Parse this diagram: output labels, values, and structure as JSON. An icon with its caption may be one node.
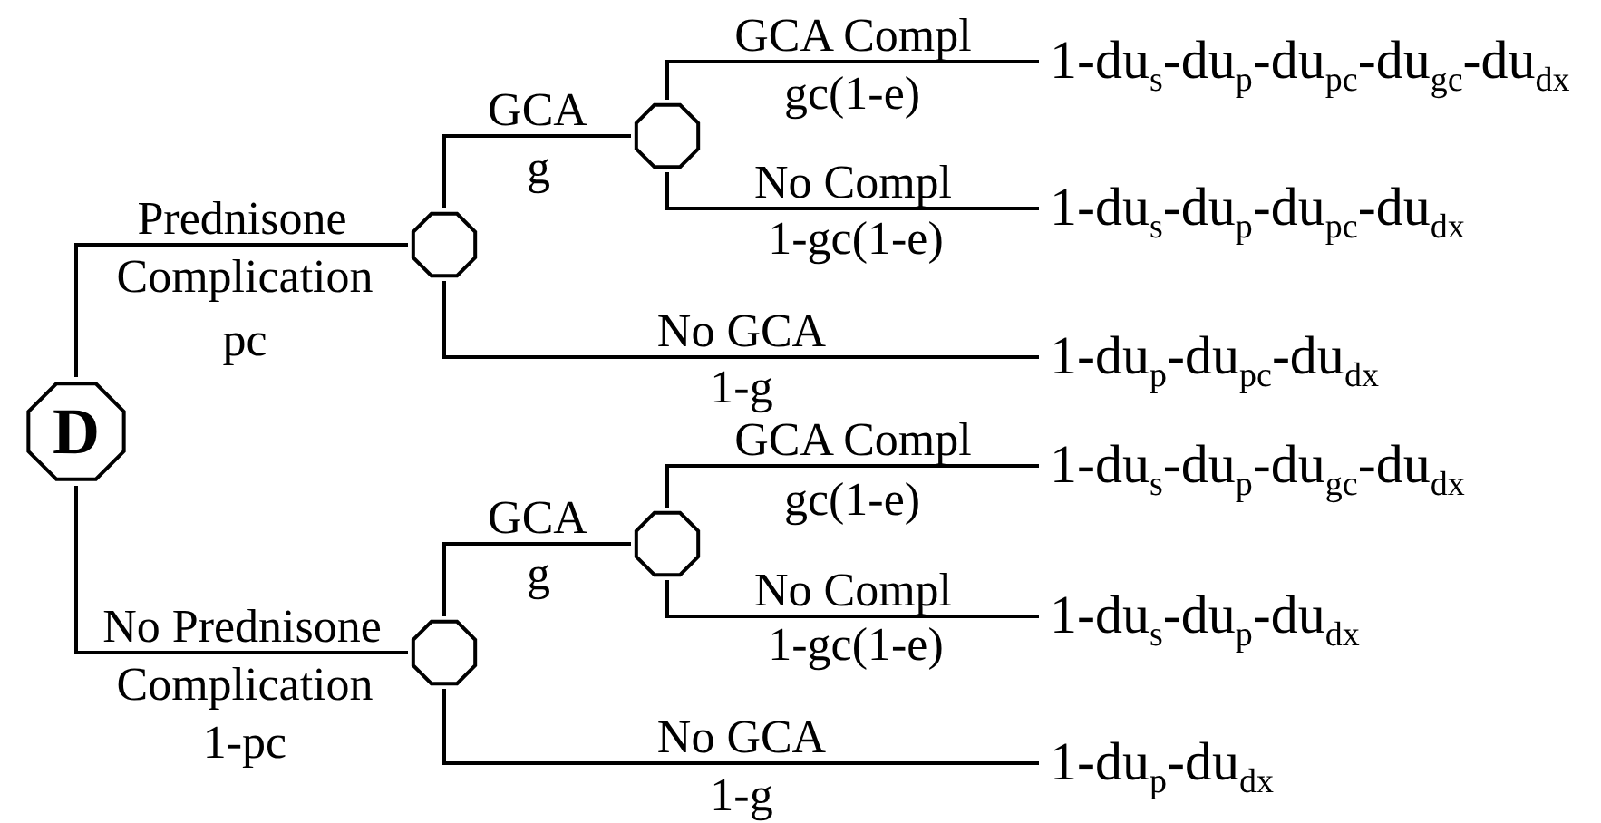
{
  "diagram": {
    "nodes": [
      {
        "text": [
          "D"
        ]
      },
      {
        "text": [],
        "shape": "octagon"
      },
      {
        "text": [],
        "shape": "octagon"
      },
      {
        "text": [
          "1-du$_{s}$-du$_{p}$-du$_{pc}$-du$_{gc}$-du$_{dx}$"
        ]
      },
      {
        "text": [
          "1-du$_{s}$-du$_{p}$-du$_{pc}$-du$_{dx}$"
        ]
      },
      {
        "text": [
          "1-du$_{p}$-du$_{pc}$-du$_{dx}$"
        ]
      },
      {
        "text": [],
        "shape": "octagon"
      },
      {
        "text": [],
        "shape": "octagon"
      },
      {
        "text": [
          "1-du$_{s}$-du$_{p}$-du$_{gc}$-du$_{dx}$"
        ]
      },
      {
        "text": [
          "1-du$_{s}$-du$_{p}$-du$_{dx}$"
        ]
      },
      {
        "text": [
          "1-du$_{p}$-du$_{dx}$"
        ]
      }
    ],
    "edges": [
      {
        "from": 0,
        "to": 1,
        "arrow": "none",
        "label": "Prednisone"
      },
      {
        "from": 1,
        "to": 2,
        "arrow": "none",
        "label": "GCA"
      },
      {
        "from": 2,
        "to": 3,
        "arrow": "none",
        "label": "GCA Compl"
      },
      {
        "from": 2,
        "to": 4,
        "arrow": "none",
        "label": "No Compl"
      },
      {
        "from": 1,
        "to": 5,
        "arrow": "none",
        "label": "No GCA"
      },
      {
        "from": 0,
        "to": 6,
        "arrow": "none",
        "label": "No Prednisone"
      },
      {
        "from": 6,
        "to": 7,
        "arrow": "none",
        "label": "GCA"
      },
      {
        "from": 7,
        "to": 8,
        "arrow": "none",
        "label": "GCA Compl"
      },
      {
        "from": 7,
        "to": 9,
        "arrow": "none",
        "label": "No Compl"
      },
      {
        "from": 6,
        "to": 10,
        "arrow": "none",
        "label": "No GCA"
      }
    ],
    "labels": [
      "gc(1-e)",
      "g",
      "1-gc(1-e)",
      "Complication",
      "pc",
      "1-g",
      "gc(1-e)",
      "g",
      "1-gc(1-e)",
      "Complication",
      "1-pc",
      "1-g"
    ]
  }
}
